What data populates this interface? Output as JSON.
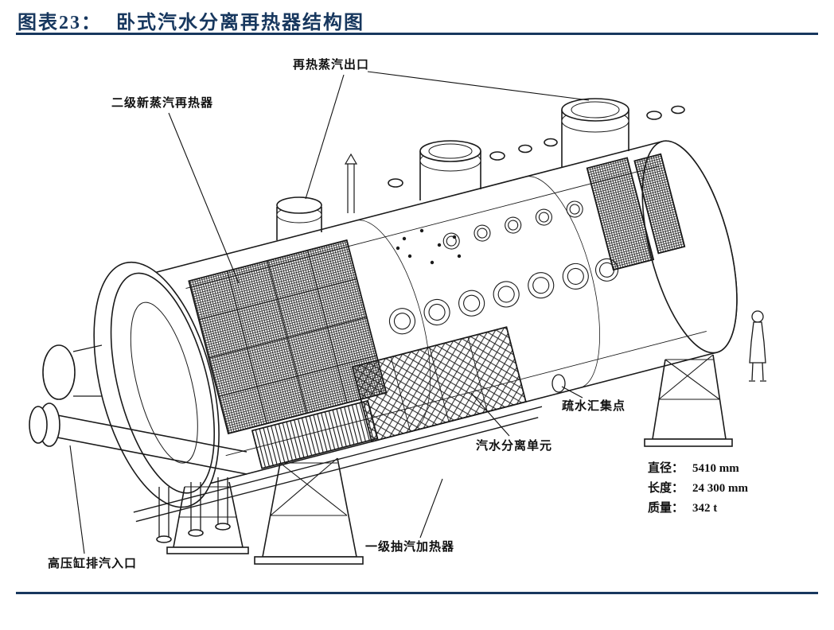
{
  "figure": {
    "number": "图表23：",
    "name": "卧式汽水分离再热器结构图"
  },
  "diagram": {
    "callouts": {
      "reheat_steam_outlet": "再热蒸汽出口",
      "second_stage_reheater": "二级新蒸汽再热器",
      "drain_collection_point": "疏水汇集点",
      "steam_water_separator_unit": "汽水分离单元",
      "first_stage_extraction_heater": "一级抽汽加热器",
      "hp_exhaust_inlet": "高压缸排汽入口"
    },
    "specs": [
      {
        "label": "直径：",
        "value": "5410 mm"
      },
      {
        "label": "长度：",
        "value": "24 300 mm"
      },
      {
        "label": "质量：",
        "value": "342 t"
      }
    ]
  },
  "colors": {
    "title": "#17375E",
    "divider": "#17375E",
    "drawing_ink": "#1a1a1a"
  }
}
